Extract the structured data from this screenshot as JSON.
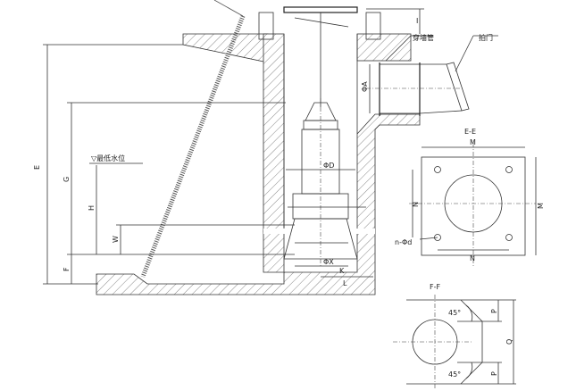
{
  "labels": {
    "wall_pipe": "穿墙管",
    "flap_valve": "拍门",
    "min_water_level": "▽最低水位",
    "dim_E": "E",
    "dim_G": "G",
    "dim_H": "H",
    "dim_W": "W",
    "dim_F": "F",
    "dim_phiA": "ΦA",
    "dim_phiD": "ΦD",
    "dim_phiX": "ΦX",
    "dim_K": "K",
    "dim_L": "L",
    "dim_I": "I"
  },
  "section_ee": {
    "title": "E-E",
    "dim_M_top": "M",
    "dim_M_side": "M",
    "dim_N_side": "N",
    "dim_N_bottom": "N",
    "hole_label": "n-Φd"
  },
  "section_ff": {
    "title": "F-F",
    "angle_top": "45°",
    "angle_bottom": "45°",
    "dim_P_top": "P",
    "dim_P_bottom": "P",
    "dim_Q": "Q"
  }
}
